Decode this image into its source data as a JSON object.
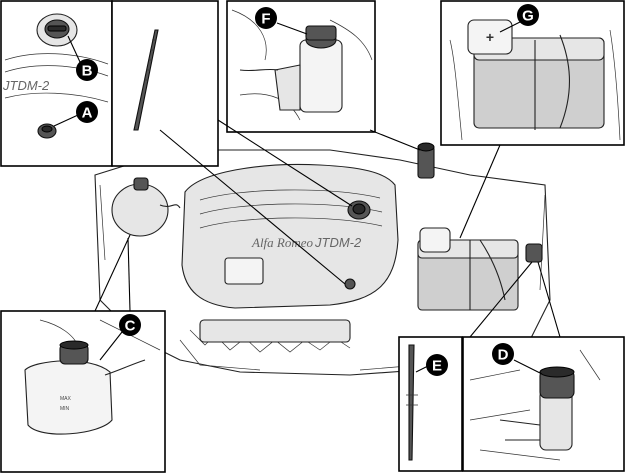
{
  "callouts": {
    "a": "A",
    "b": "B",
    "c": "C",
    "d": "D",
    "e": "E",
    "f": "F",
    "g": "G"
  },
  "engine_cover": {
    "brand": "Alfa Romeo",
    "model": "JTDM-2",
    "partial_model": "JTDM-2"
  },
  "colors": {
    "line": "#000000",
    "callout_bg": "#000000",
    "callout_text": "#ffffff"
  }
}
